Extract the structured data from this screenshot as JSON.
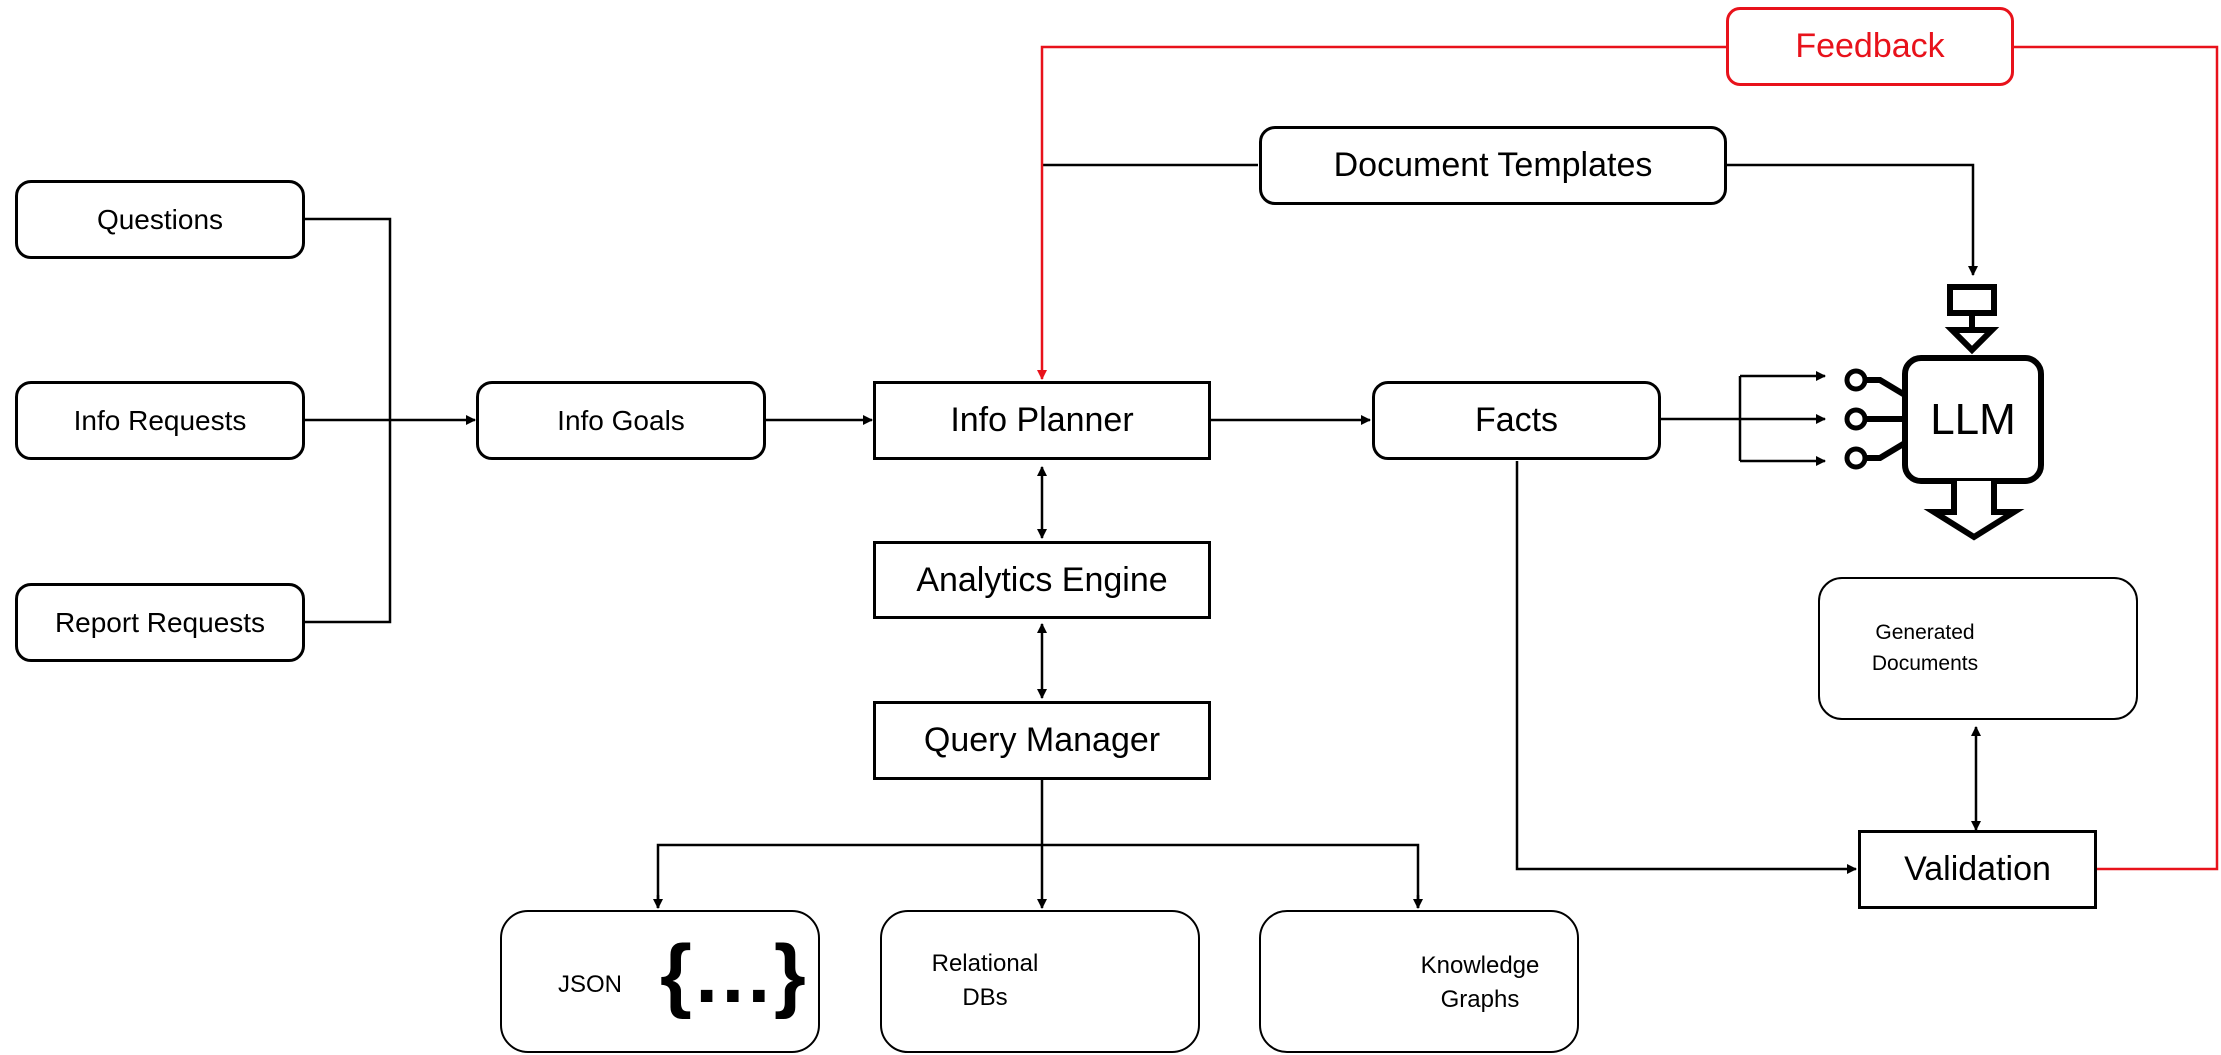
{
  "inputs": {
    "questions": "Questions",
    "info_requests": "Info Requests",
    "report_requests": "Report Requests"
  },
  "pipeline": {
    "info_goals": "Info Goals",
    "info_planner": "Info Planner",
    "analytics_engine": "Analytics Engine",
    "query_manager": "Query Manager",
    "facts": "Facts",
    "document_templates": "Document Templates",
    "feedback": "Feedback",
    "llm": "LLM",
    "validation": "Validation"
  },
  "data_sources": {
    "json_label": "JSON",
    "json_glyph": "{…}",
    "relational_line1": "Relational",
    "relational_line2": "DBs",
    "knowledge_line1": "Knowledge",
    "knowledge_line2": "Graphs"
  },
  "output": {
    "generated_line1": "Generated",
    "generated_line2": "Documents"
  },
  "colors": {
    "feedback": "#e8121b",
    "stroke": "#000000"
  }
}
